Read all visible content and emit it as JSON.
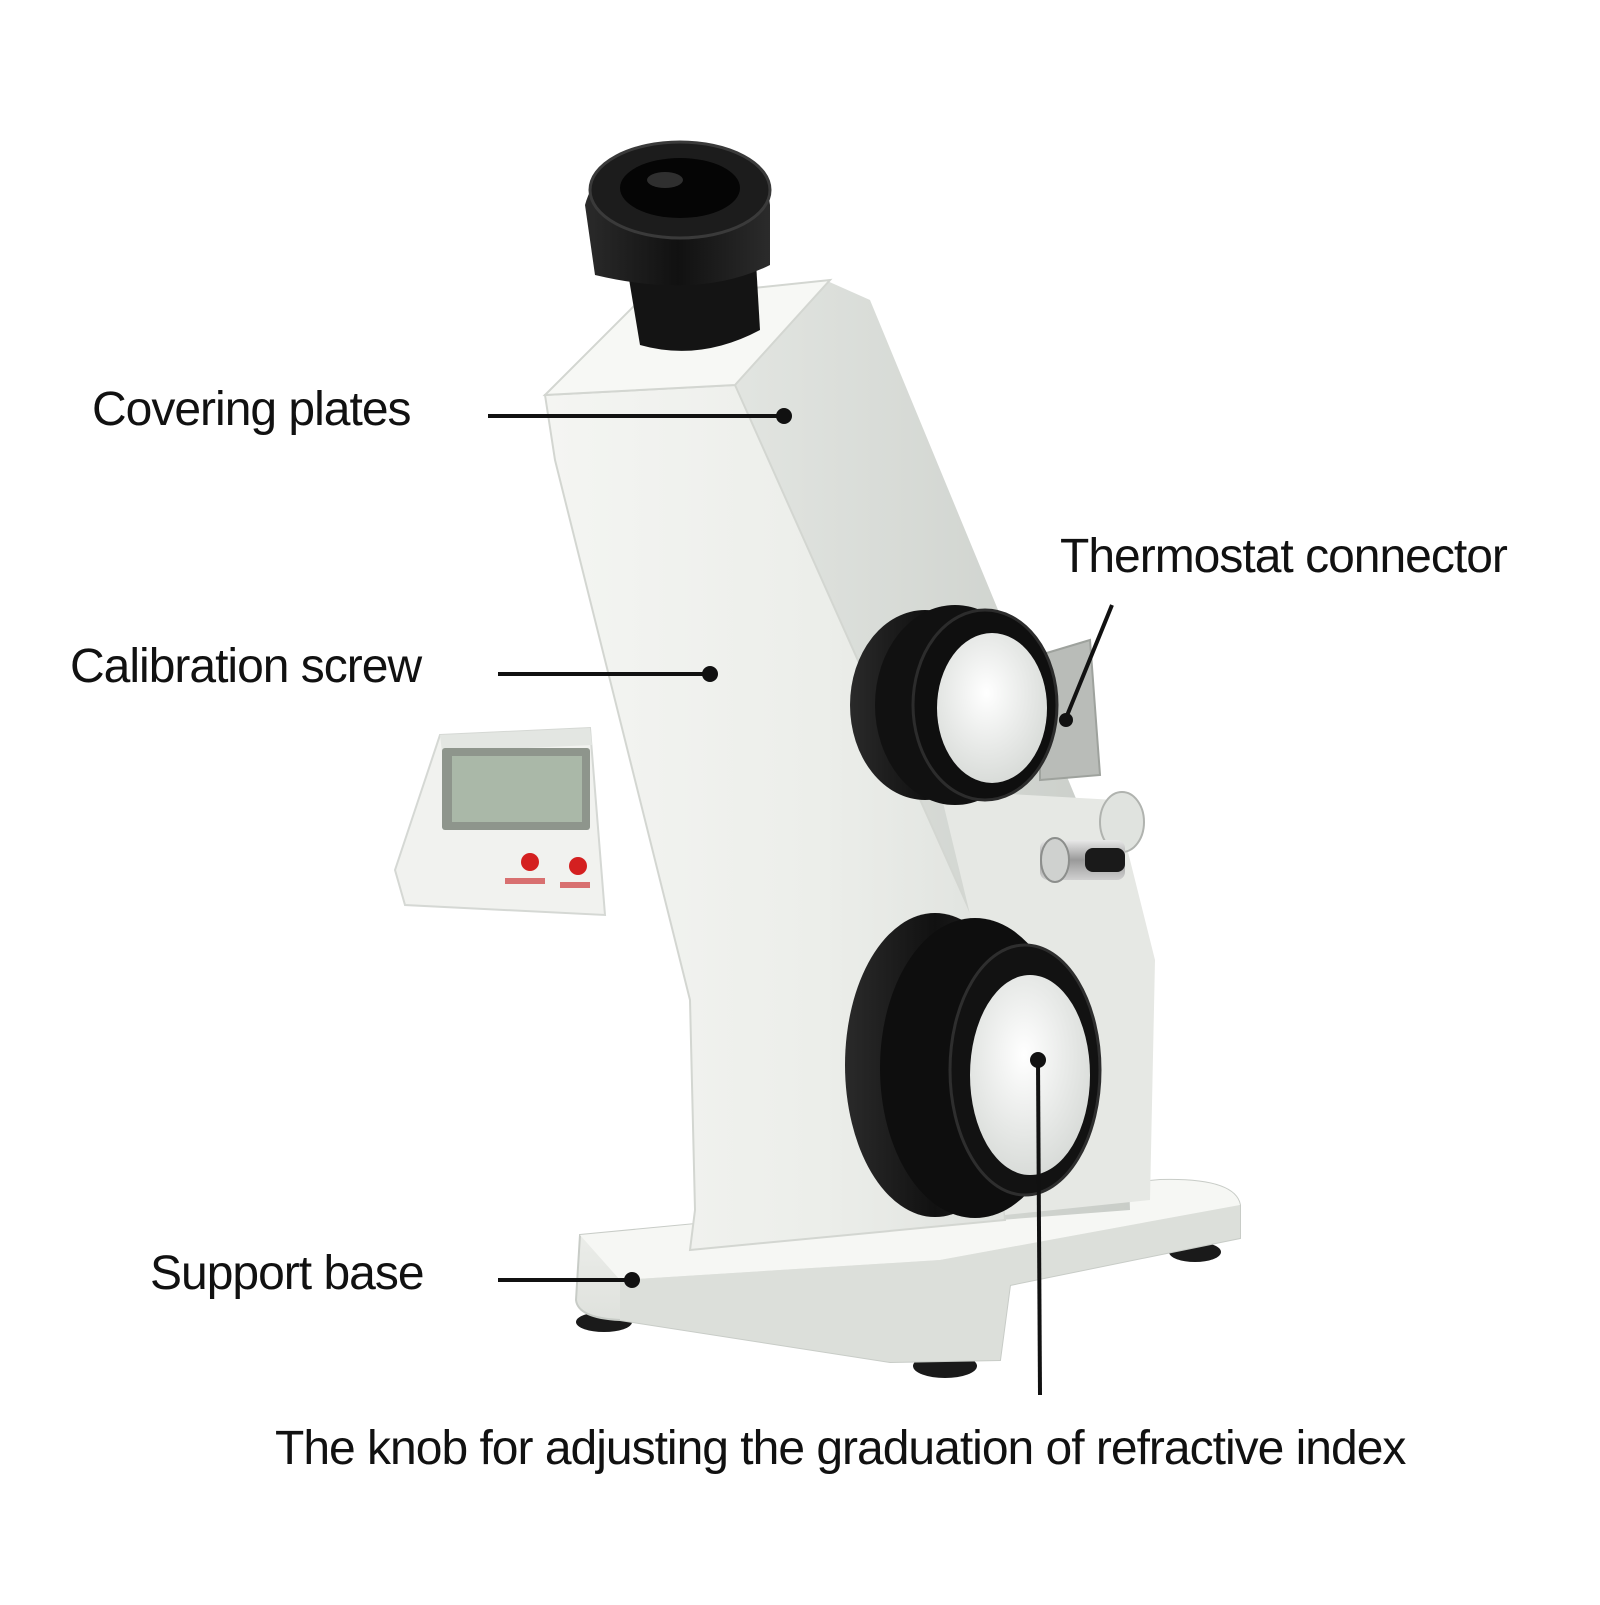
{
  "labels": {
    "covering_plates": "Covering plates",
    "calibration_screw": "Calibration screw",
    "thermostat_connector": "Thermostat connector",
    "support_base": "Support base",
    "refractive_knob": "The knob for adjusting the graduation of refractive index"
  },
  "colors": {
    "background": "#ffffff",
    "body": "#eceeea",
    "knob": "#151515",
    "leader_line": "#111111",
    "lcd": "#aab8a8",
    "button_red": "#d42020"
  }
}
